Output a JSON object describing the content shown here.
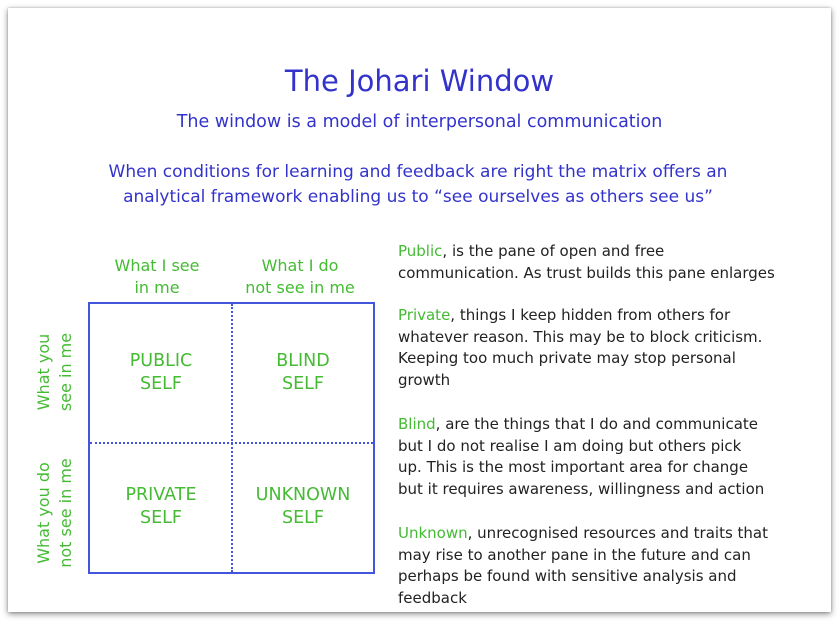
{
  "title": "The Johari Window",
  "subtitle": "The window is a model of interpersonal communication",
  "lead": {
    "line1": "When conditions for learning and feedback are right the matrix offers an",
    "line2": "analytical framework enabling us to “see ourselves as others see us”"
  },
  "columns": {
    "left": {
      "line1": "What I see",
      "line2": "in me"
    },
    "right": {
      "line1": "What I do",
      "line2": "not see in me"
    }
  },
  "rows": {
    "top": {
      "line1": "What you",
      "line2": "see in me"
    },
    "bottom": {
      "line1": "What you do",
      "line2": "not see in me"
    }
  },
  "cells": {
    "public": {
      "line1": "PUBLIC",
      "line2": "SELF"
    },
    "blind": {
      "line1": "BLIND",
      "line2": "SELF"
    },
    "private": {
      "line1": "PRIVATE",
      "line2": "SELF"
    },
    "unknown": {
      "line1": "UNKNOWN",
      "line2": "SELF"
    }
  },
  "descriptions": {
    "public": {
      "term": "Public",
      "rest": ", is the pane of open and free",
      "lines": [
        "communication. As trust builds this pane enlarges"
      ]
    },
    "private": {
      "term": "Private",
      "rest": ", things I keep hidden from others for",
      "lines": [
        "whatever reason. This may be to block criticism.",
        "Keeping too much private may stop personal",
        "growth"
      ]
    },
    "blind": {
      "term": "Blind",
      "rest": ", are the things that I do and communicate",
      "lines": [
        "but I do not realise I am doing but others pick",
        "up. This is the most important area for change",
        "but it requires awareness, willingness and action"
      ]
    },
    "unknown": {
      "term": "Unknown",
      "rest": ", unrecognised resources and traits that",
      "lines": [
        "may rise to another pane in the future and can",
        "perhaps be found with sensitive analysis and",
        "feedback"
      ]
    }
  },
  "colors": {
    "heading_blue": "#3333cc",
    "label_green": "#44bb33",
    "grid_blue": "#4455dd"
  }
}
